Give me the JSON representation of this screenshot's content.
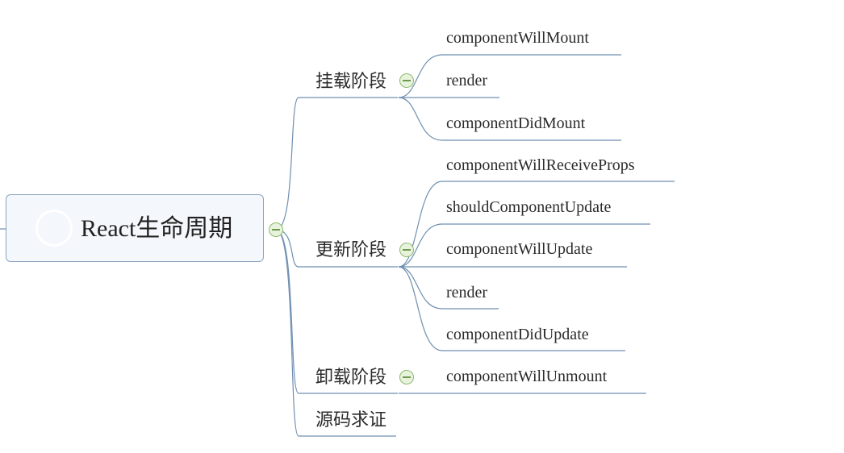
{
  "root": {
    "label": "React生命周期",
    "icon": "circle-icon"
  },
  "branches": [
    {
      "label": "挂载阶段",
      "children": [
        "componentWillMount",
        "render",
        "componentDidMount"
      ]
    },
    {
      "label": "更新阶段",
      "children": [
        "componentWillReceiveProps",
        "shouldComponentUpdate",
        "componentWillUpdate",
        "render",
        "componentDidUpdate"
      ]
    },
    {
      "label": "卸载阶段",
      "children": [
        "componentWillUnmount"
      ]
    },
    {
      "label": "源码求证",
      "children": []
    }
  ],
  "colors": {
    "line": "#6f8fb0",
    "root_fill": "#f4f7fb",
    "root_border": "#8aa4c0",
    "collapse_fill": "#e8f3dd",
    "collapse_border": "#8cb86a"
  }
}
